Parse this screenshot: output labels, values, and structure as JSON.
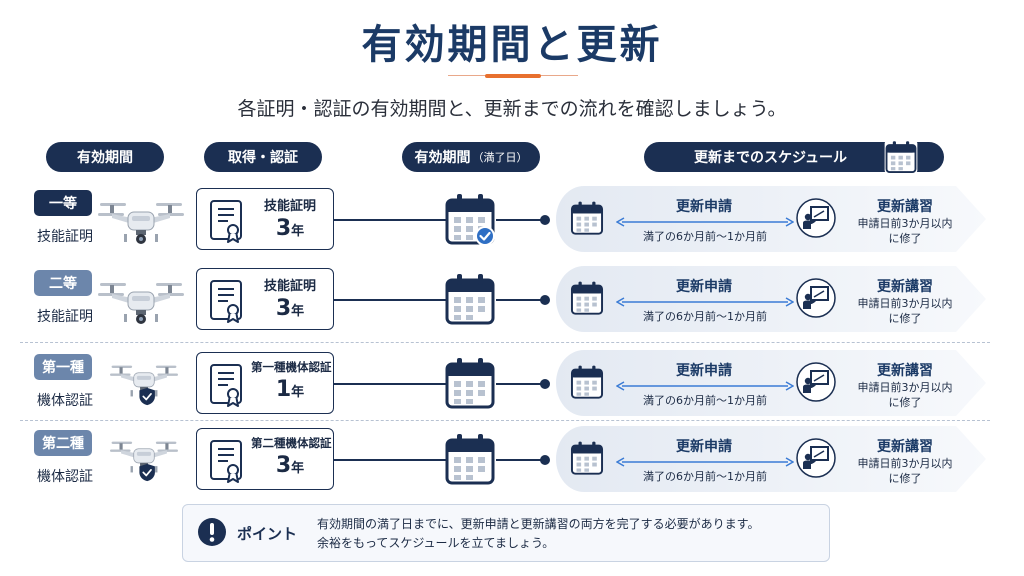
{
  "title": "有効期間と更新",
  "subtitle": "各証明・認証の有効期間と、更新までの流れを確認しましょう。",
  "headers": {
    "validity": "有効期間",
    "acquisition": "取得・認証",
    "expiry_main": "有効期間",
    "expiry_small": "（満了日）",
    "schedule": "更新までのスケジュール"
  },
  "rows": [
    {
      "category": "一等",
      "type": "技能証明",
      "cert_name": "技能証明",
      "years": "3",
      "year_unit": "年",
      "apply_title": "更新申請",
      "apply_note": "満了の6か月前〜1か月前",
      "lecture_title": "更新講習",
      "lecture_note1": "申請日前3か月以内",
      "lecture_note2": "に修了"
    },
    {
      "category": "二等",
      "type": "技能証明",
      "cert_name": "技能証明",
      "years": "3",
      "year_unit": "年",
      "apply_title": "更新申請",
      "apply_note": "満了の6か月前〜1か月前",
      "lecture_title": "更新講習",
      "lecture_note1": "申請日前3か月以内",
      "lecture_note2": "に修了"
    },
    {
      "category": "第一種",
      "type": "機体認証",
      "cert_name": "第一種機体認証",
      "years": "1",
      "year_unit": "年",
      "apply_title": "更新申請",
      "apply_note": "満了の6か月前〜1か月前",
      "lecture_title": "更新講習",
      "lecture_note1": "申請日前3か月以内",
      "lecture_note2": "に修了"
    },
    {
      "category": "第二種",
      "type": "機体認証",
      "cert_name": "第二種機体認証",
      "years": "3",
      "year_unit": "年",
      "apply_title": "更新申請",
      "apply_note": "満了の6か月前〜1か月前",
      "lecture_title": "更新講習",
      "lecture_note1": "申請日前3か月以内",
      "lecture_note2": "に修了"
    }
  ],
  "point": {
    "label": "ポイント",
    "line1": "有効期間の満了日までに、更新申請と更新講習の両方を完了する必要があります。",
    "line2": "余裕をもってスケジュールを立てましょう。"
  },
  "colors": {
    "navy": "#1b2f52",
    "accent": "#e8702e",
    "light_badge": "#6c86ab",
    "arrow_blue": "#3a7bd5",
    "check_blue": "#2f6fc4"
  },
  "icons": [
    "drone-icon",
    "document-certificate-icon",
    "calendar-icon",
    "calendar-check-icon",
    "teacher-board-icon",
    "exclamation-icon",
    "shield-check-icon"
  ]
}
